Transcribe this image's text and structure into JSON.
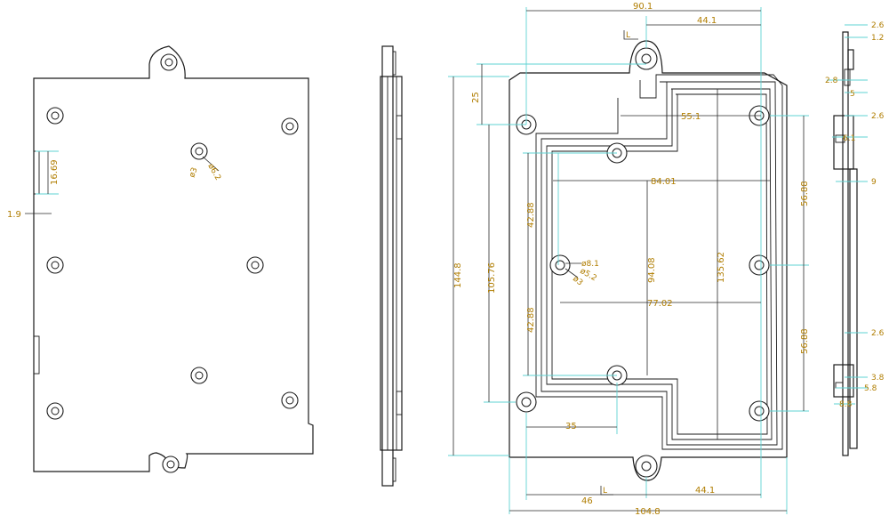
{
  "views": {
    "back_view": {
      "dimensions": {
        "slot_height": "16.69",
        "slot_offset": "1.9",
        "hole_d1": "ø3",
        "hole_d2": "ø6.2"
      }
    },
    "front_view": {
      "marker": "L",
      "dimensions": {
        "top_overall": "90.1",
        "top_right": "44.1",
        "tab_offset": "25",
        "inner_width_top": "55.1",
        "inner_width": "84.01",
        "left_v_upper": "42.88",
        "left_v_lower": "42.88",
        "left_v_mid": "105.76",
        "overall_height": "144.8",
        "inner_height": "94.08",
        "inner_height_right": "135.62",
        "right_v_upper": "56.88",
        "right_v_lower": "56.88",
        "hole_d1": "ø8.1",
        "hole_d2": "ø5.2",
        "hole_d3": "ø3",
        "inner_width_low": "77.02",
        "bottom_left_inner": "35",
        "bottom_left": "46",
        "bottom_right": "44.1",
        "bottom_overall": "104.8"
      }
    },
    "side_view": {
      "dimensions": {
        "t1": "2.6",
        "t2": "1.2",
        "t3": "2.8",
        "t4": "5",
        "t5": "2.6",
        "t6": "6.1",
        "t7": "9",
        "t8": "2.6",
        "t9": "3.8",
        "t10": "5.8",
        "t11": "8.8"
      }
    }
  }
}
